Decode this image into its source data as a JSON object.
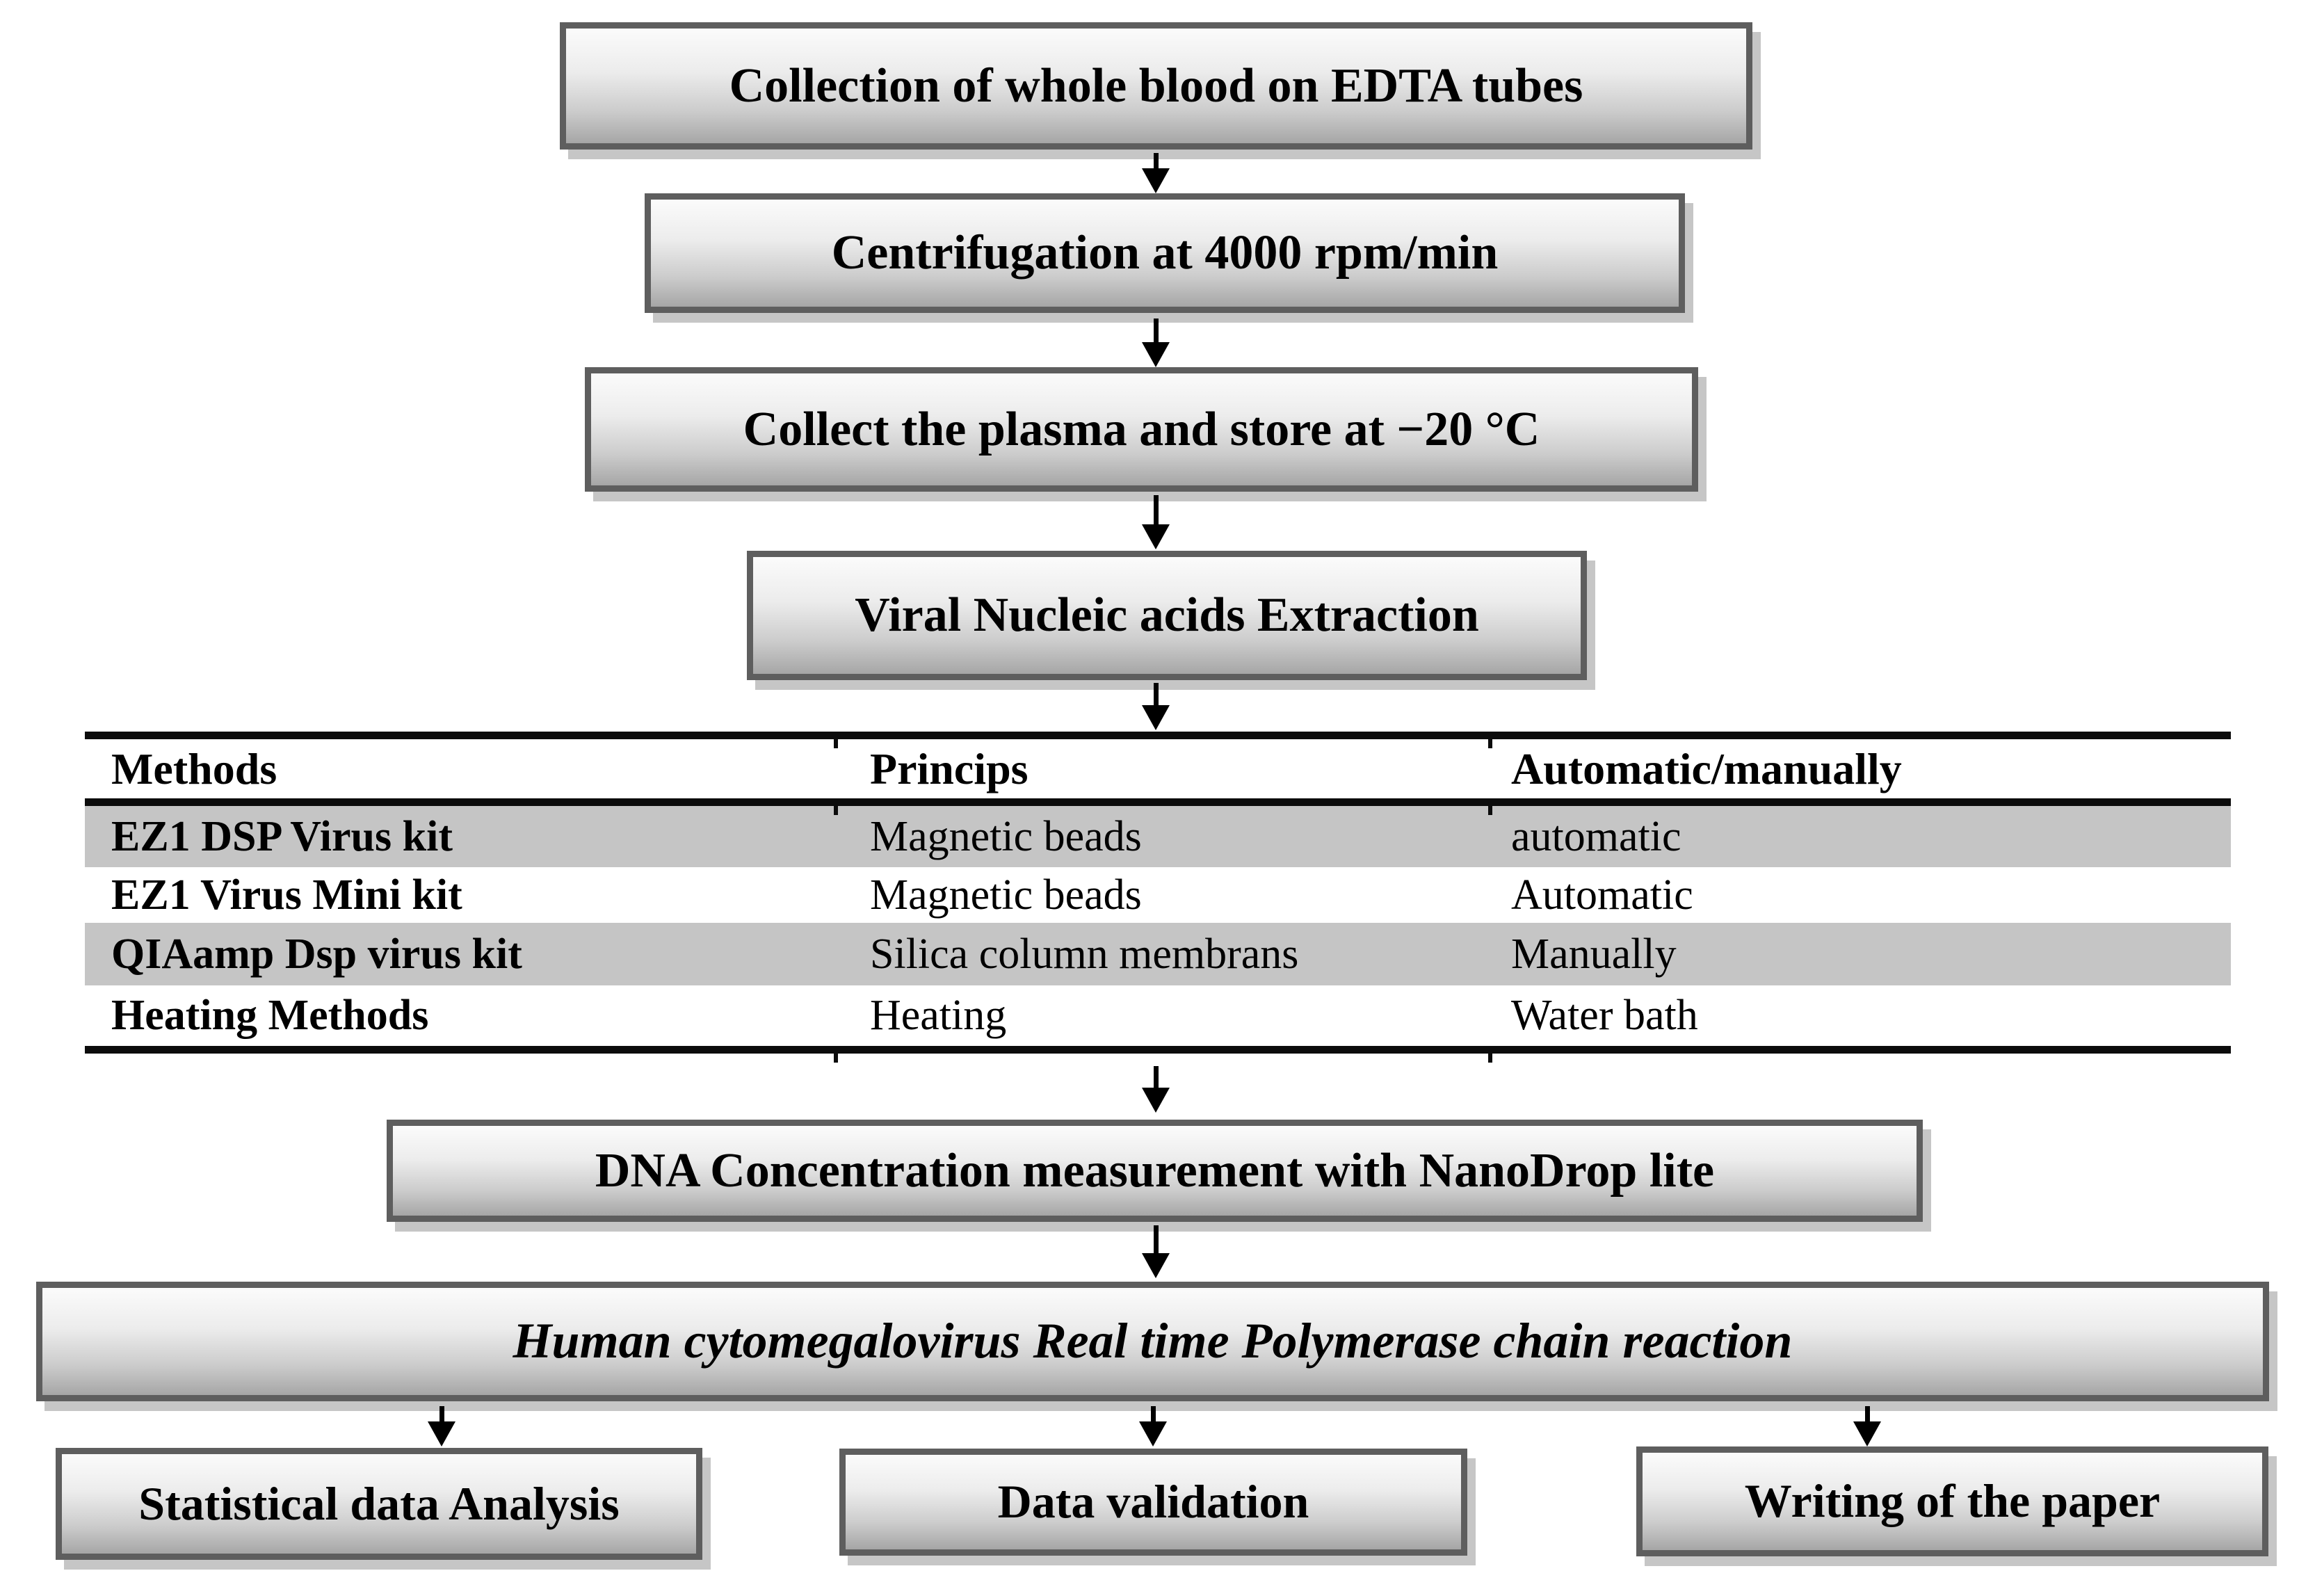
{
  "steps": [
    {
      "label": "Collection of whole blood on EDTA tubes"
    },
    {
      "label": "Centrifugation at 4000 rpm/min"
    },
    {
      "label": "Collect the plasma and store at −20 °C"
    },
    {
      "label": "Viral Nucleic acids Extraction"
    },
    {
      "label": "DNA Concentration measurement with NanoDrop lite"
    },
    {
      "label": "Human cytomegalovirus Real time Polymerase chain reaction"
    }
  ],
  "outcomes": [
    {
      "label": "Statistical data Analysis"
    },
    {
      "label": "Data validation"
    },
    {
      "label": "Writing of the paper"
    }
  ],
  "table": {
    "headers": [
      "Methods",
      "Princips",
      "Automatic/manually"
    ],
    "rows": [
      {
        "method": "EZ1 DSP Virus kit",
        "princip": "Magnetic beads",
        "mode": "automatic"
      },
      {
        "method": "EZ1 Virus Mini kit",
        "princip": "Magnetic beads",
        "mode": "Automatic"
      },
      {
        "method": "QIAamp Dsp virus kit",
        "princip": "Silica column membrans",
        "mode": "Manually"
      },
      {
        "method": "Heating Methods",
        "princip": "Heating",
        "mode": "Water bath"
      }
    ]
  },
  "colors": {
    "box_border": "#5e5e5e",
    "box_gradient_top": "#fbfbfb",
    "box_gradient_bottom": "#a6a6a6",
    "box_shadow": "#c6c6c6",
    "table_row_shade": "#c5c5c5",
    "rule_black": "#0c0c0c",
    "arrow": "#000000",
    "background": "#ffffff",
    "text": "#000000"
  }
}
